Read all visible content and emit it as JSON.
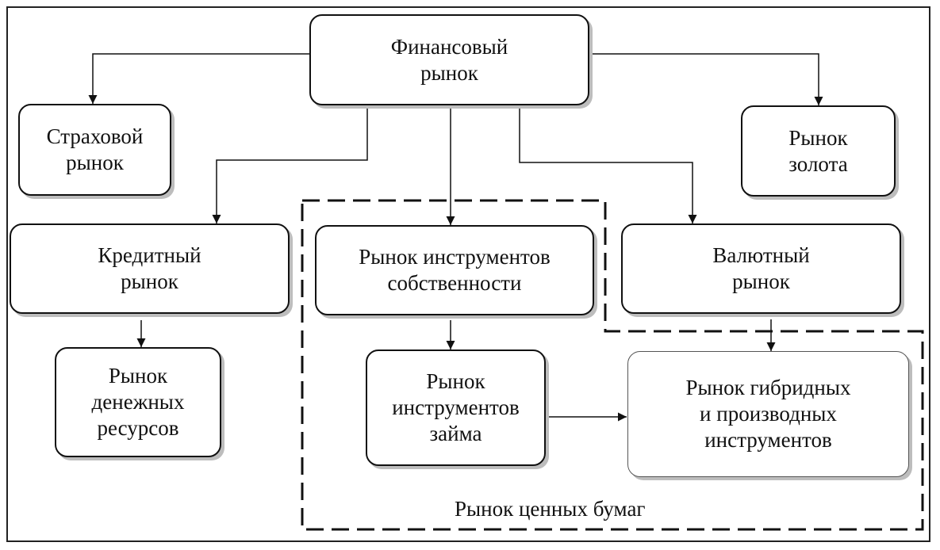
{
  "nodes": {
    "financial": "Финансовый\nрынок",
    "insurance": "Страховой\nрынок",
    "gold": "Рынок\nзолота",
    "credit": "Кредитный\nрынок",
    "ownership": "Рынок инструментов\nсобственности",
    "currency": "Валютный\nрынок",
    "money_resources": "Рынок\nденежных\nресурсов",
    "loan": "Рынок\nинструментов\nзайма",
    "hybrid": "Рынок гибридных\nи производных\nинструментов"
  },
  "securities_group_label": "Рынок ценных бумаг",
  "colors": {
    "line": "#111111",
    "shadow": "#bdbdbd",
    "background": "#ffffff"
  }
}
